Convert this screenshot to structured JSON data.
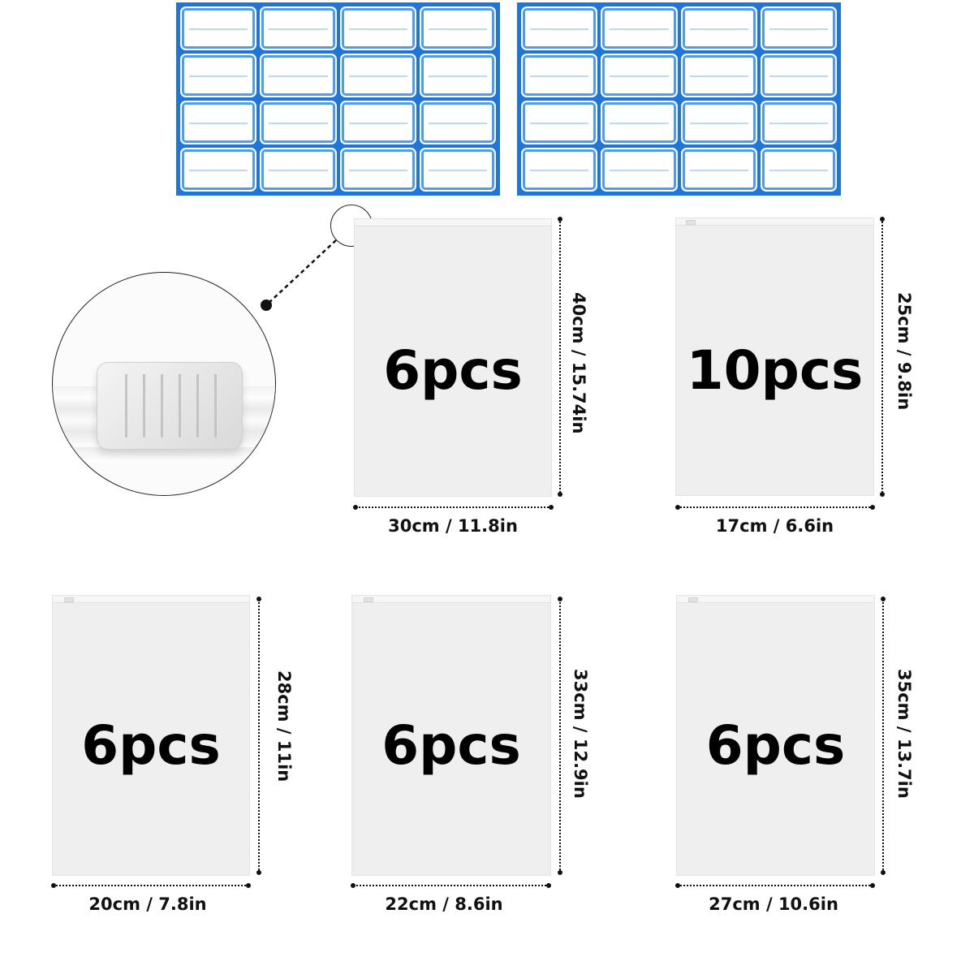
{
  "sheets": [
    {
      "name": "label-sheet-left",
      "rows": 4,
      "cols": 4
    },
    {
      "name": "label-sheet-right",
      "rows": 4,
      "cols": 4
    }
  ],
  "label_color": "#1f76d8",
  "bags": [
    {
      "id": "bag-40x30",
      "count": "6pcs",
      "width_label": "30cm / 11.8in",
      "height_label": "40cm / 15.74in"
    },
    {
      "id": "bag-25x17",
      "count": "10pcs",
      "width_label": "17cm / 6.6in",
      "height_label": "25cm / 9.8in"
    },
    {
      "id": "bag-28x20",
      "count": "6pcs",
      "width_label": "20cm / 7.8in",
      "height_label": "28cm / 11in"
    },
    {
      "id": "bag-33x22",
      "count": "6pcs",
      "width_label": "22cm / 8.6in",
      "height_label": "33cm / 12.9in"
    },
    {
      "id": "bag-35x27",
      "count": "6pcs",
      "width_label": "27cm / 10.6in",
      "height_label": "35cm / 13.7in"
    }
  ]
}
